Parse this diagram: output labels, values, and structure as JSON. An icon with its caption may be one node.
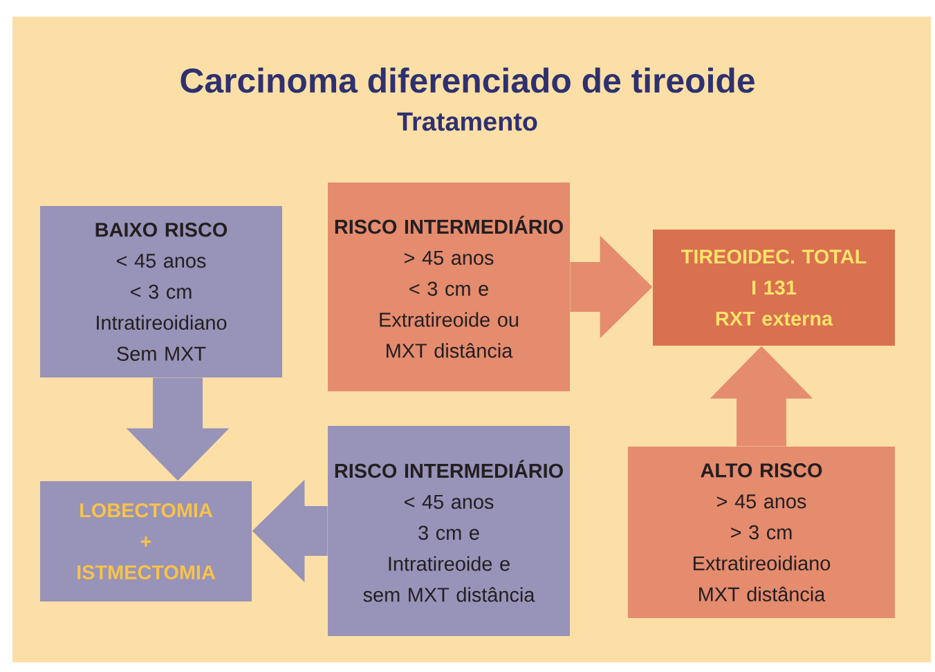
{
  "diagram": {
    "title": "Carcinoma diferenciado de tireoide",
    "nodes": [
      {
        "text": [
          "BAIXO RISCO",
          "< 45 anos",
          "< 3 cm",
          "Intratireoidiano",
          "Sem MXT"
        ]
      },
      {
        "text": [
          "RISCO INTERMEDIÁRIO",
          "> 45 anos",
          "< 3 cm e",
          "Extratireoide ou",
          "MXT distância"
        ]
      },
      {
        "text": [
          "TIREOIDEC. TOTAL",
          "I 131",
          "RXT externa"
        ]
      },
      {
        "text": [
          "LOBECTOMIA",
          "+",
          "ISTMECTOMIA"
        ]
      },
      {
        "text": [
          "RISCO INTERMEDIÁRIO",
          "< 45 anos",
          "3 cm e",
          "Intratireoide e",
          "sem MXT distância"
        ]
      },
      {
        "text": [
          "ALTO RISCO",
          "> 45 anos",
          "> 3 cm",
          "Extratireoidiano",
          "MXT distância"
        ]
      }
    ],
    "edges": [
      {
        "from": 0,
        "to": 3,
        "arrow": "to",
        "color": "#9893b8"
      },
      {
        "from": 1,
        "to": 2,
        "arrow": "to",
        "color": "#e58b6e"
      },
      {
        "from": 4,
        "to": 3,
        "arrow": "to",
        "color": "#9893b8"
      },
      {
        "from": 5,
        "to": 2,
        "arrow": "to",
        "color": "#e58b6e"
      }
    ],
    "labels": [
      "Tratamento"
    ]
  }
}
